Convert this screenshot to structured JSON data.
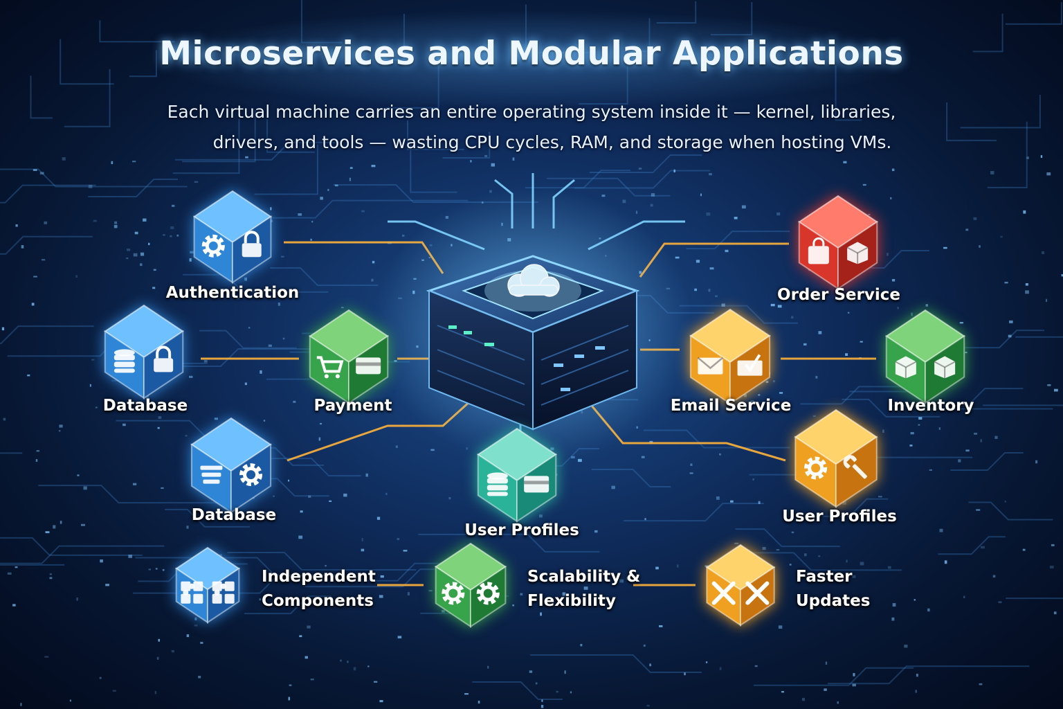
{
  "header": {
    "title": "Microservices and Modular Applications",
    "subtitle_line1": "Each virtual machine carries an entire operating system inside it — kernel, libraries,",
    "subtitle_line2": "drivers, and tools — wasting CPU cycles, RAM, and storage when hosting VMs."
  },
  "colors": {
    "blue": "#2f86d6",
    "green": "#37a34a",
    "orange": "#f0a020",
    "red": "#d9362b",
    "teal": "#2bb39a",
    "link": "#ffb23a",
    "glow": "#7fd3ff"
  },
  "services": [
    {
      "id": "authentication",
      "label": "Authentication",
      "color": "blue",
      "icons": [
        "gear-icon",
        "lock-icon"
      ]
    },
    {
      "id": "database-1",
      "label": "Database",
      "color": "blue",
      "icons": [
        "database-icon",
        "lock-icon"
      ]
    },
    {
      "id": "payment",
      "label": "Payment",
      "color": "green",
      "icons": [
        "cart-icon",
        "credit-card-icon"
      ]
    },
    {
      "id": "database-2",
      "label": "Database",
      "color": "blue",
      "icons": [
        "list-icon",
        "gear-icon"
      ]
    },
    {
      "id": "user-profiles-center",
      "label": "User Profiles",
      "color": "teal",
      "icons": [
        "database-icon",
        "credit-card-icon"
      ]
    },
    {
      "id": "order-service",
      "label": "Order Service",
      "color": "red",
      "icons": [
        "shopping-bag-icon",
        "box-icon"
      ]
    },
    {
      "id": "email-service",
      "label": "Email Service",
      "color": "orange",
      "icons": [
        "envelope-icon",
        "envelope-check-icon"
      ]
    },
    {
      "id": "inventory",
      "label": "Inventory",
      "color": "green",
      "icons": [
        "box-icon",
        "box-icon"
      ]
    },
    {
      "id": "user-profiles-right",
      "label": "User Profiles",
      "color": "orange",
      "icons": [
        "gear-icon",
        "wrench-icon"
      ]
    }
  ],
  "features": [
    {
      "id": "independent-components",
      "line1": "Independent",
      "line2": "Components",
      "color": "blue",
      "icon": "puzzle-icon"
    },
    {
      "id": "scalability-flexibility",
      "line1": "Scalability &",
      "line2": "Flexibility",
      "color": "green",
      "icon": "gear-icon"
    },
    {
      "id": "faster-updates",
      "line1": "Faster",
      "line2": "Updates",
      "color": "orange",
      "icon": "tools-icon"
    }
  ],
  "hub": {
    "name": "central-server",
    "icon": "cloud-icon"
  }
}
